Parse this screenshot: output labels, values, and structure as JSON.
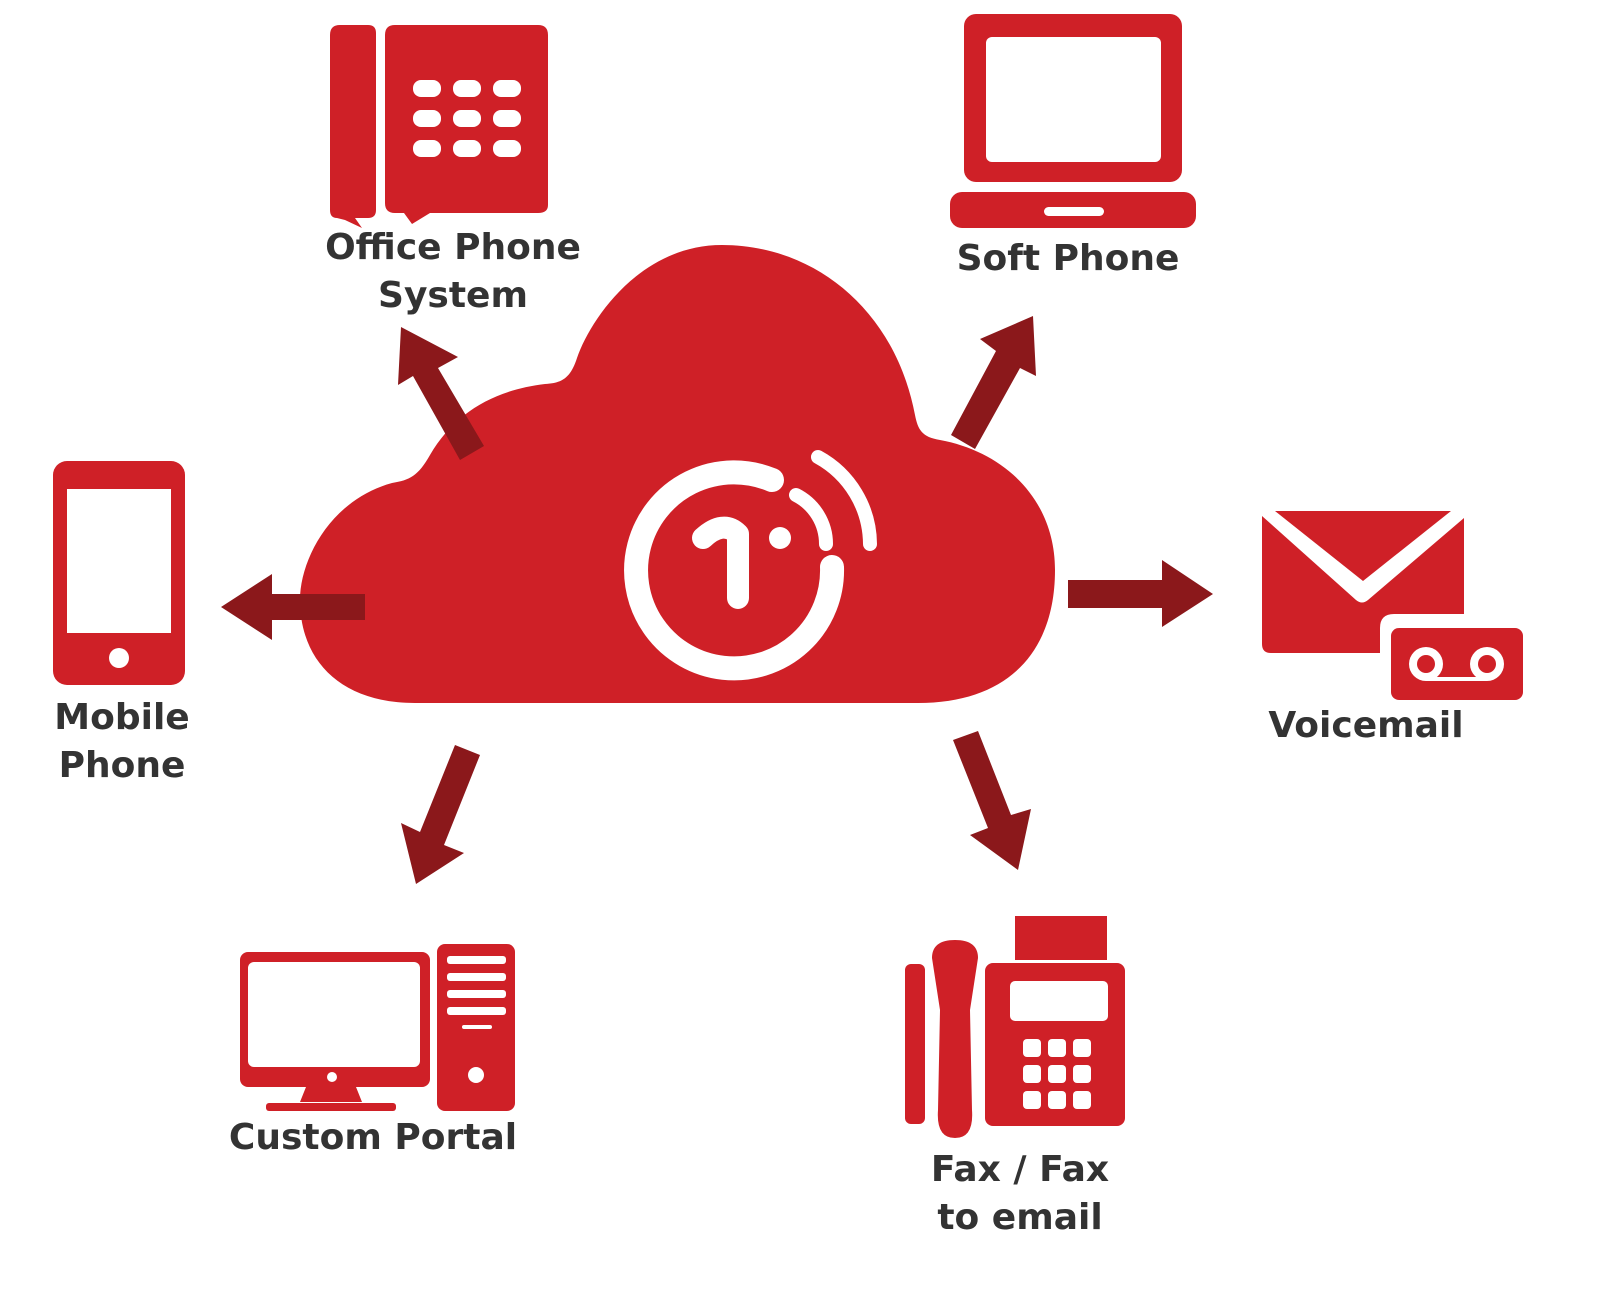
{
  "colors": {
    "icon_red": "#cf2027",
    "arrow_dark_red": "#8b181b",
    "label_text": "#333333",
    "background": "#ffffff"
  },
  "center": {
    "icon": "cloud-logo-icon"
  },
  "nodes": [
    {
      "id": "office",
      "icon": "desk-phone-icon",
      "label_lines": [
        "Office Phone",
        "System"
      ]
    },
    {
      "id": "soft",
      "icon": "laptop-icon",
      "label_lines": [
        "Soft Phone"
      ]
    },
    {
      "id": "mobile",
      "icon": "mobile-phone-icon",
      "label_lines": [
        "Mobile",
        "Phone"
      ]
    },
    {
      "id": "voicemail",
      "icon": "voicemail-envelope-icon",
      "label_lines": [
        "Voicemail"
      ]
    },
    {
      "id": "portal",
      "icon": "desktop-computer-icon",
      "label_lines": [
        "Custom Portal"
      ]
    },
    {
      "id": "fax",
      "icon": "fax-machine-icon",
      "label_lines": [
        "Fax / Fax",
        "to email"
      ]
    }
  ]
}
